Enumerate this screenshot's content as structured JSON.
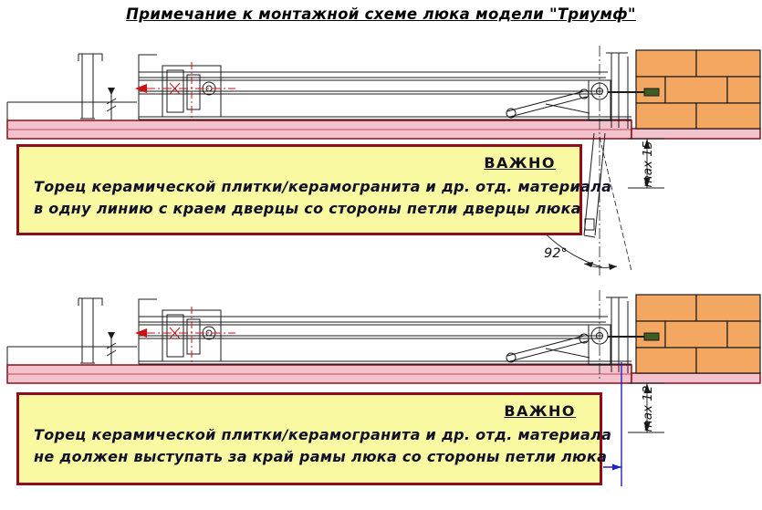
{
  "title": "Примечание к монтажной схеме люка модели \"Триумф\"",
  "diagram_top": {
    "important_label": "ВАЖНО",
    "note_line1": "Торец керамической плитки/керамогранита и др. отд. материала",
    "note_line2": "в одну линию с краем дверцы со стороны петли дверцы люка",
    "angle_label": "92°",
    "dimension_label": "max 15"
  },
  "diagram_bottom": {
    "important_label": "ВАЖНО",
    "note_line1": "Торец керамической плитки/керамогранита и др. отд. материала",
    "note_line2": "не должен выступать за край рамы люка со стороны петли люка",
    "dimension_label": "max 12"
  },
  "colors": {
    "brick_fill": "#f4a761",
    "tile_fill": "#f3c3cd",
    "note_fill": "#f9f9a2",
    "note_border": "#8f0d1c",
    "accent_red": "#cc1111",
    "reference_blue": "#2020cc"
  }
}
